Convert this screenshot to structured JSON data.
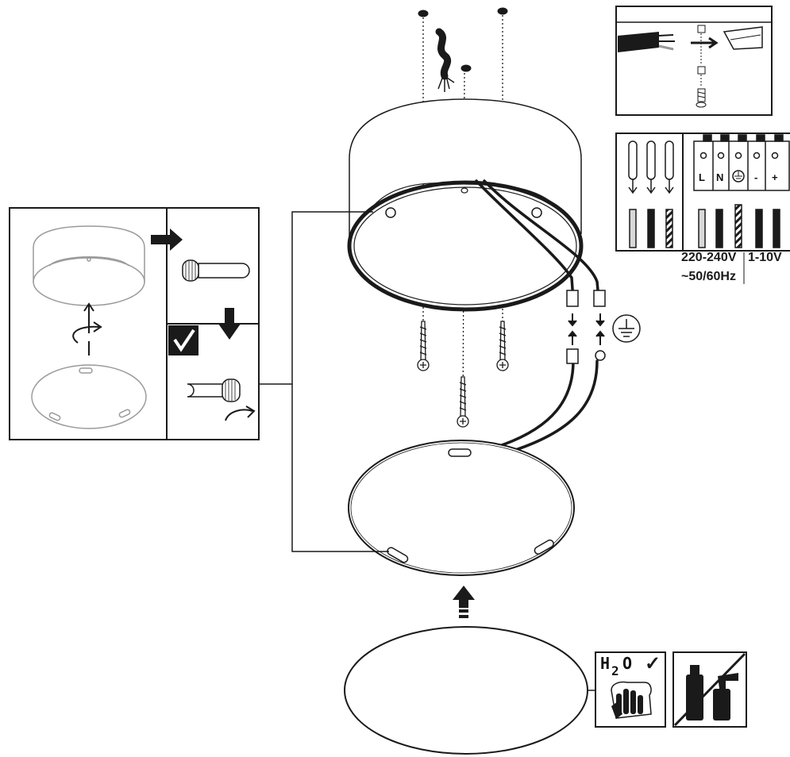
{
  "electrical": {
    "voltage": "220-240V",
    "frequency": "~50/60Hz",
    "dimming": "1-10V"
  },
  "terminals": [
    "L",
    "N",
    "-",
    "+"
  ],
  "cleaning": {
    "water_label_main": "H",
    "water_label_sub": "2",
    "water_label_tail": "O",
    "check_mark": "✓"
  },
  "icons": [
    "screw-icon",
    "wire-icon",
    "ground-symbol-icon",
    "check-icon",
    "hand-icon",
    "spray-bottle-icon",
    "arrow-up-icon",
    "arrow-down-icon",
    "arrow-right-icon"
  ],
  "colors": {
    "ink": "#1a1a1a",
    "grey": "#9a9a9a",
    "light": "#d8d8d8"
  }
}
